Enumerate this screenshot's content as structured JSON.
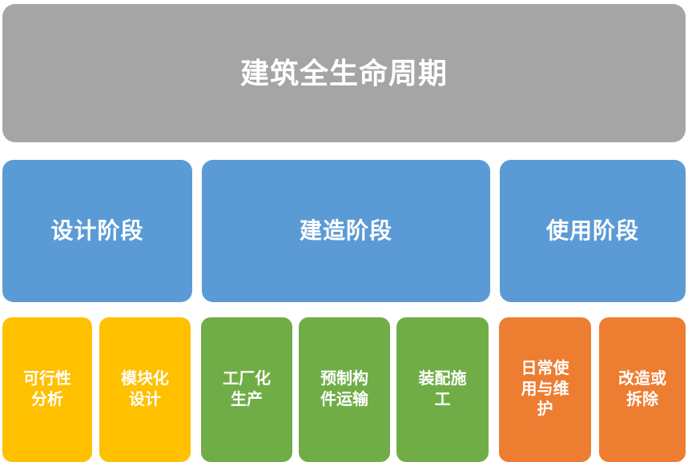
{
  "diagram": {
    "type": "hierarchy-tree",
    "title": "建筑全生命周期",
    "colors": {
      "root": "#a5a5a5",
      "phase": "#5b9bd5",
      "design_leaf": "#ffc000",
      "construction_leaf": "#70ad47",
      "use_leaf": "#ed7d31",
      "background": "#ffffff",
      "text": "#ffffff"
    },
    "root": {
      "label": "建筑全生命周期"
    },
    "phases": [
      {
        "label": "设计阶段"
      },
      {
        "label": "建造阶段"
      },
      {
        "label": "使用阶段"
      }
    ],
    "leaves": [
      {
        "label": "可行性\n分析",
        "group": "设计阶段"
      },
      {
        "label": "模块化\n设计",
        "group": "设计阶段"
      },
      {
        "label": "工厂化\n生产",
        "group": "建造阶段"
      },
      {
        "label": "预制构\n件运输",
        "group": "建造阶段"
      },
      {
        "label": "装配施\n工",
        "group": "建造阶段"
      },
      {
        "label": "日常使\n用与维\n护",
        "group": "使用阶段"
      },
      {
        "label": "改造或\n拆除",
        "group": "使用阶段"
      }
    ]
  }
}
